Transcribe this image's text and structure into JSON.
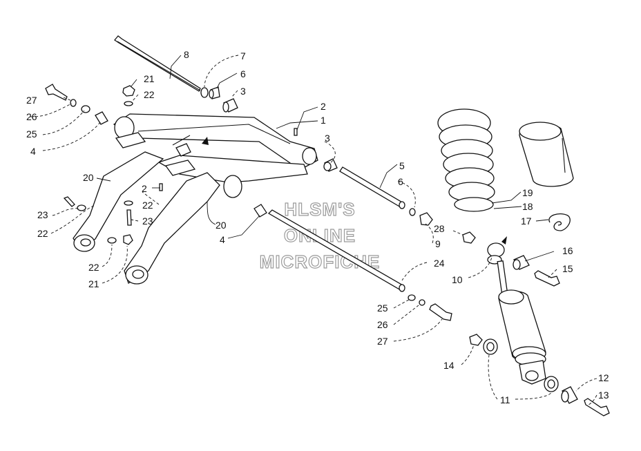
{
  "watermark": [
    "HLSM'S",
    "ONLINE",
    "MICROFICHE"
  ],
  "callouts": [
    {
      "id": "c-8",
      "text": "8"
    },
    {
      "id": "c-7",
      "text": "7"
    },
    {
      "id": "c-6a",
      "text": "6"
    },
    {
      "id": "c-3a",
      "text": "3"
    },
    {
      "id": "c-21a",
      "text": "21"
    },
    {
      "id": "c-22a",
      "text": "22"
    },
    {
      "id": "c-27a",
      "text": "27"
    },
    {
      "id": "c-26a",
      "text": "26"
    },
    {
      "id": "c-25a",
      "text": "25"
    },
    {
      "id": "c-4a",
      "text": "4"
    },
    {
      "id": "c-2a",
      "text": "2"
    },
    {
      "id": "c-1",
      "text": "1"
    },
    {
      "id": "c-3b",
      "text": "3"
    },
    {
      "id": "c-20a",
      "text": "20"
    },
    {
      "id": "c-2b",
      "text": "2"
    },
    {
      "id": "c-22b",
      "text": "22"
    },
    {
      "id": "c-23a",
      "text": "23"
    },
    {
      "id": "c-23b",
      "text": "23"
    },
    {
      "id": "c-22c",
      "text": "22"
    },
    {
      "id": "c-20b",
      "text": "20"
    },
    {
      "id": "c-4b",
      "text": "4"
    },
    {
      "id": "c-22d",
      "text": "22"
    },
    {
      "id": "c-21b",
      "text": "21"
    },
    {
      "id": "c-5",
      "text": "5"
    },
    {
      "id": "c-6b",
      "text": "6"
    },
    {
      "id": "c-28",
      "text": "28"
    },
    {
      "id": "c-9",
      "text": "9"
    },
    {
      "id": "c-24",
      "text": "24"
    },
    {
      "id": "c-25b",
      "text": "25"
    },
    {
      "id": "c-26b",
      "text": "26"
    },
    {
      "id": "c-27b",
      "text": "27"
    },
    {
      "id": "c-19",
      "text": "19"
    },
    {
      "id": "c-18",
      "text": "18"
    },
    {
      "id": "c-17",
      "text": "17"
    },
    {
      "id": "c-16",
      "text": "16"
    },
    {
      "id": "c-15",
      "text": "15"
    },
    {
      "id": "c-10",
      "text": "10"
    },
    {
      "id": "c-14",
      "text": "14"
    },
    {
      "id": "c-11",
      "text": "11"
    },
    {
      "id": "c-12",
      "text": "12"
    },
    {
      "id": "c-13",
      "text": "13"
    }
  ]
}
